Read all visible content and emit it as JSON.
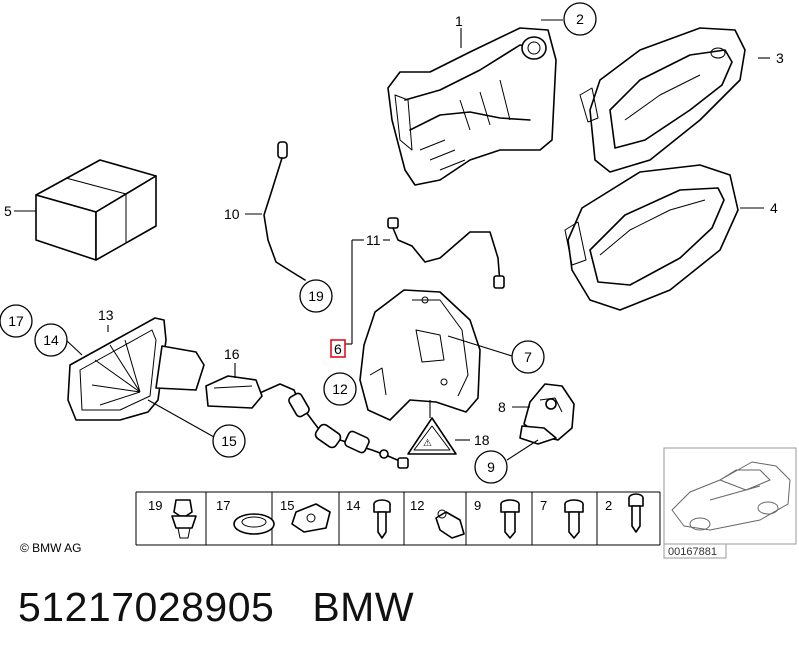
{
  "callouts": {
    "c1": "1",
    "c2": "2",
    "c3": "3",
    "c4": "4",
    "c5": "5",
    "c6": "6",
    "c7": "7",
    "c8": "8",
    "c9": "9",
    "c10": "10",
    "c11": "11",
    "c12": "12",
    "c13": "13",
    "c14": "14",
    "c15": "15",
    "c16": "16",
    "c17": "17",
    "c18": "18",
    "c19": "19"
  },
  "highlighted_callout": "6",
  "highlight_color": "#e0101b",
  "parts_strip": [
    "19",
    "17",
    "15",
    "14",
    "12",
    "9",
    "7",
    "2"
  ],
  "copyright": "© BMW AG",
  "image_id": "00167881",
  "caption": {
    "part_number": "51217028905",
    "brand": "BMW"
  }
}
